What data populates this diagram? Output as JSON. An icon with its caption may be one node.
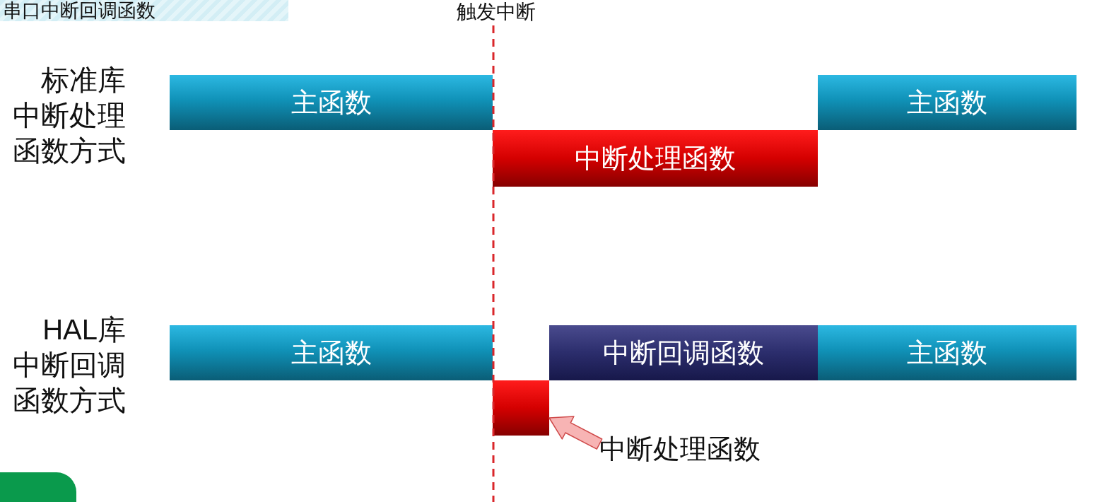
{
  "diagram": {
    "title": "串口中断回调函数",
    "nodes": [
      {
        "text": [
          "主函数"
        ]
      },
      {
        "text": [
          "中断处理函数"
        ]
      },
      {
        "text": [
          "主函数"
        ]
      },
      {
        "text": [
          "主函数"
        ]
      },
      {
        "text": [],
        "shape": "box"
      },
      {
        "text": [
          "中断回调函数"
        ]
      },
      {
        "text": [
          "主函数"
        ]
      },
      {
        "text": [
          "中断处理函数"
        ]
      }
    ],
    "edges": [
      {
        "from": 7,
        "to": 4,
        "arrow": "to",
        "style": "thick"
      }
    ],
    "labels": [
      "触发中断",
      "标准库中断处理函数方式",
      "HAL库中断回调函数方式"
    ]
  }
}
